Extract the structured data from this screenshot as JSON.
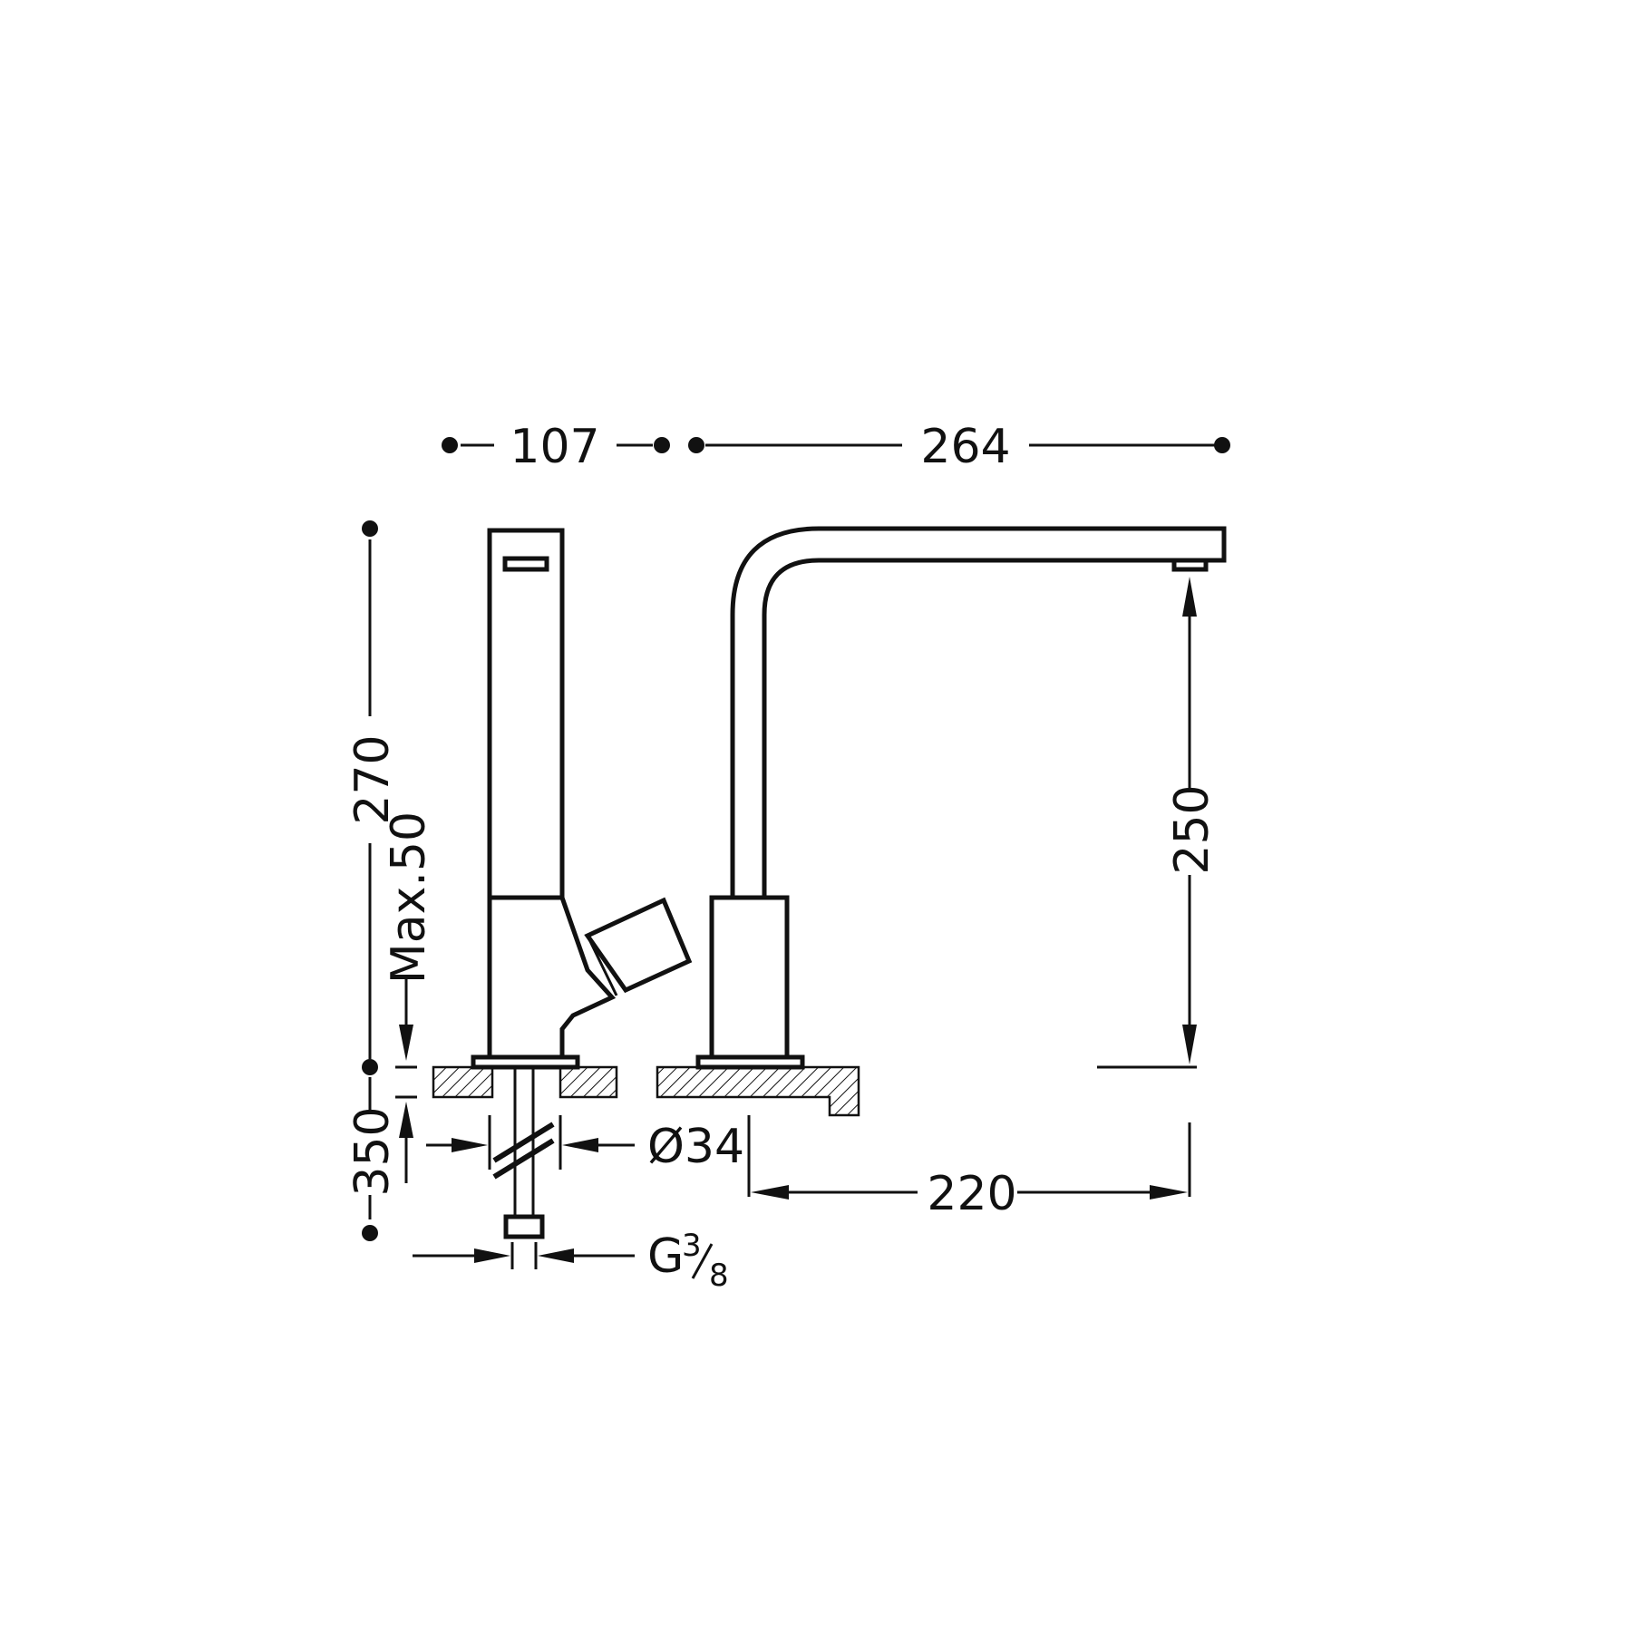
{
  "dimensions": {
    "width_side": "107",
    "width_front": "264",
    "total_height": "270",
    "max_thickness": "Max.50",
    "below_deck": "350",
    "spout_height": "250",
    "spout_reach": "220",
    "hole_diameter": "Ø34",
    "connection_thread_base": "G",
    "connection_thread_num": "3",
    "connection_thread_den": "8"
  },
  "colors": {
    "line": "#111111",
    "background": "#ffffff"
  }
}
